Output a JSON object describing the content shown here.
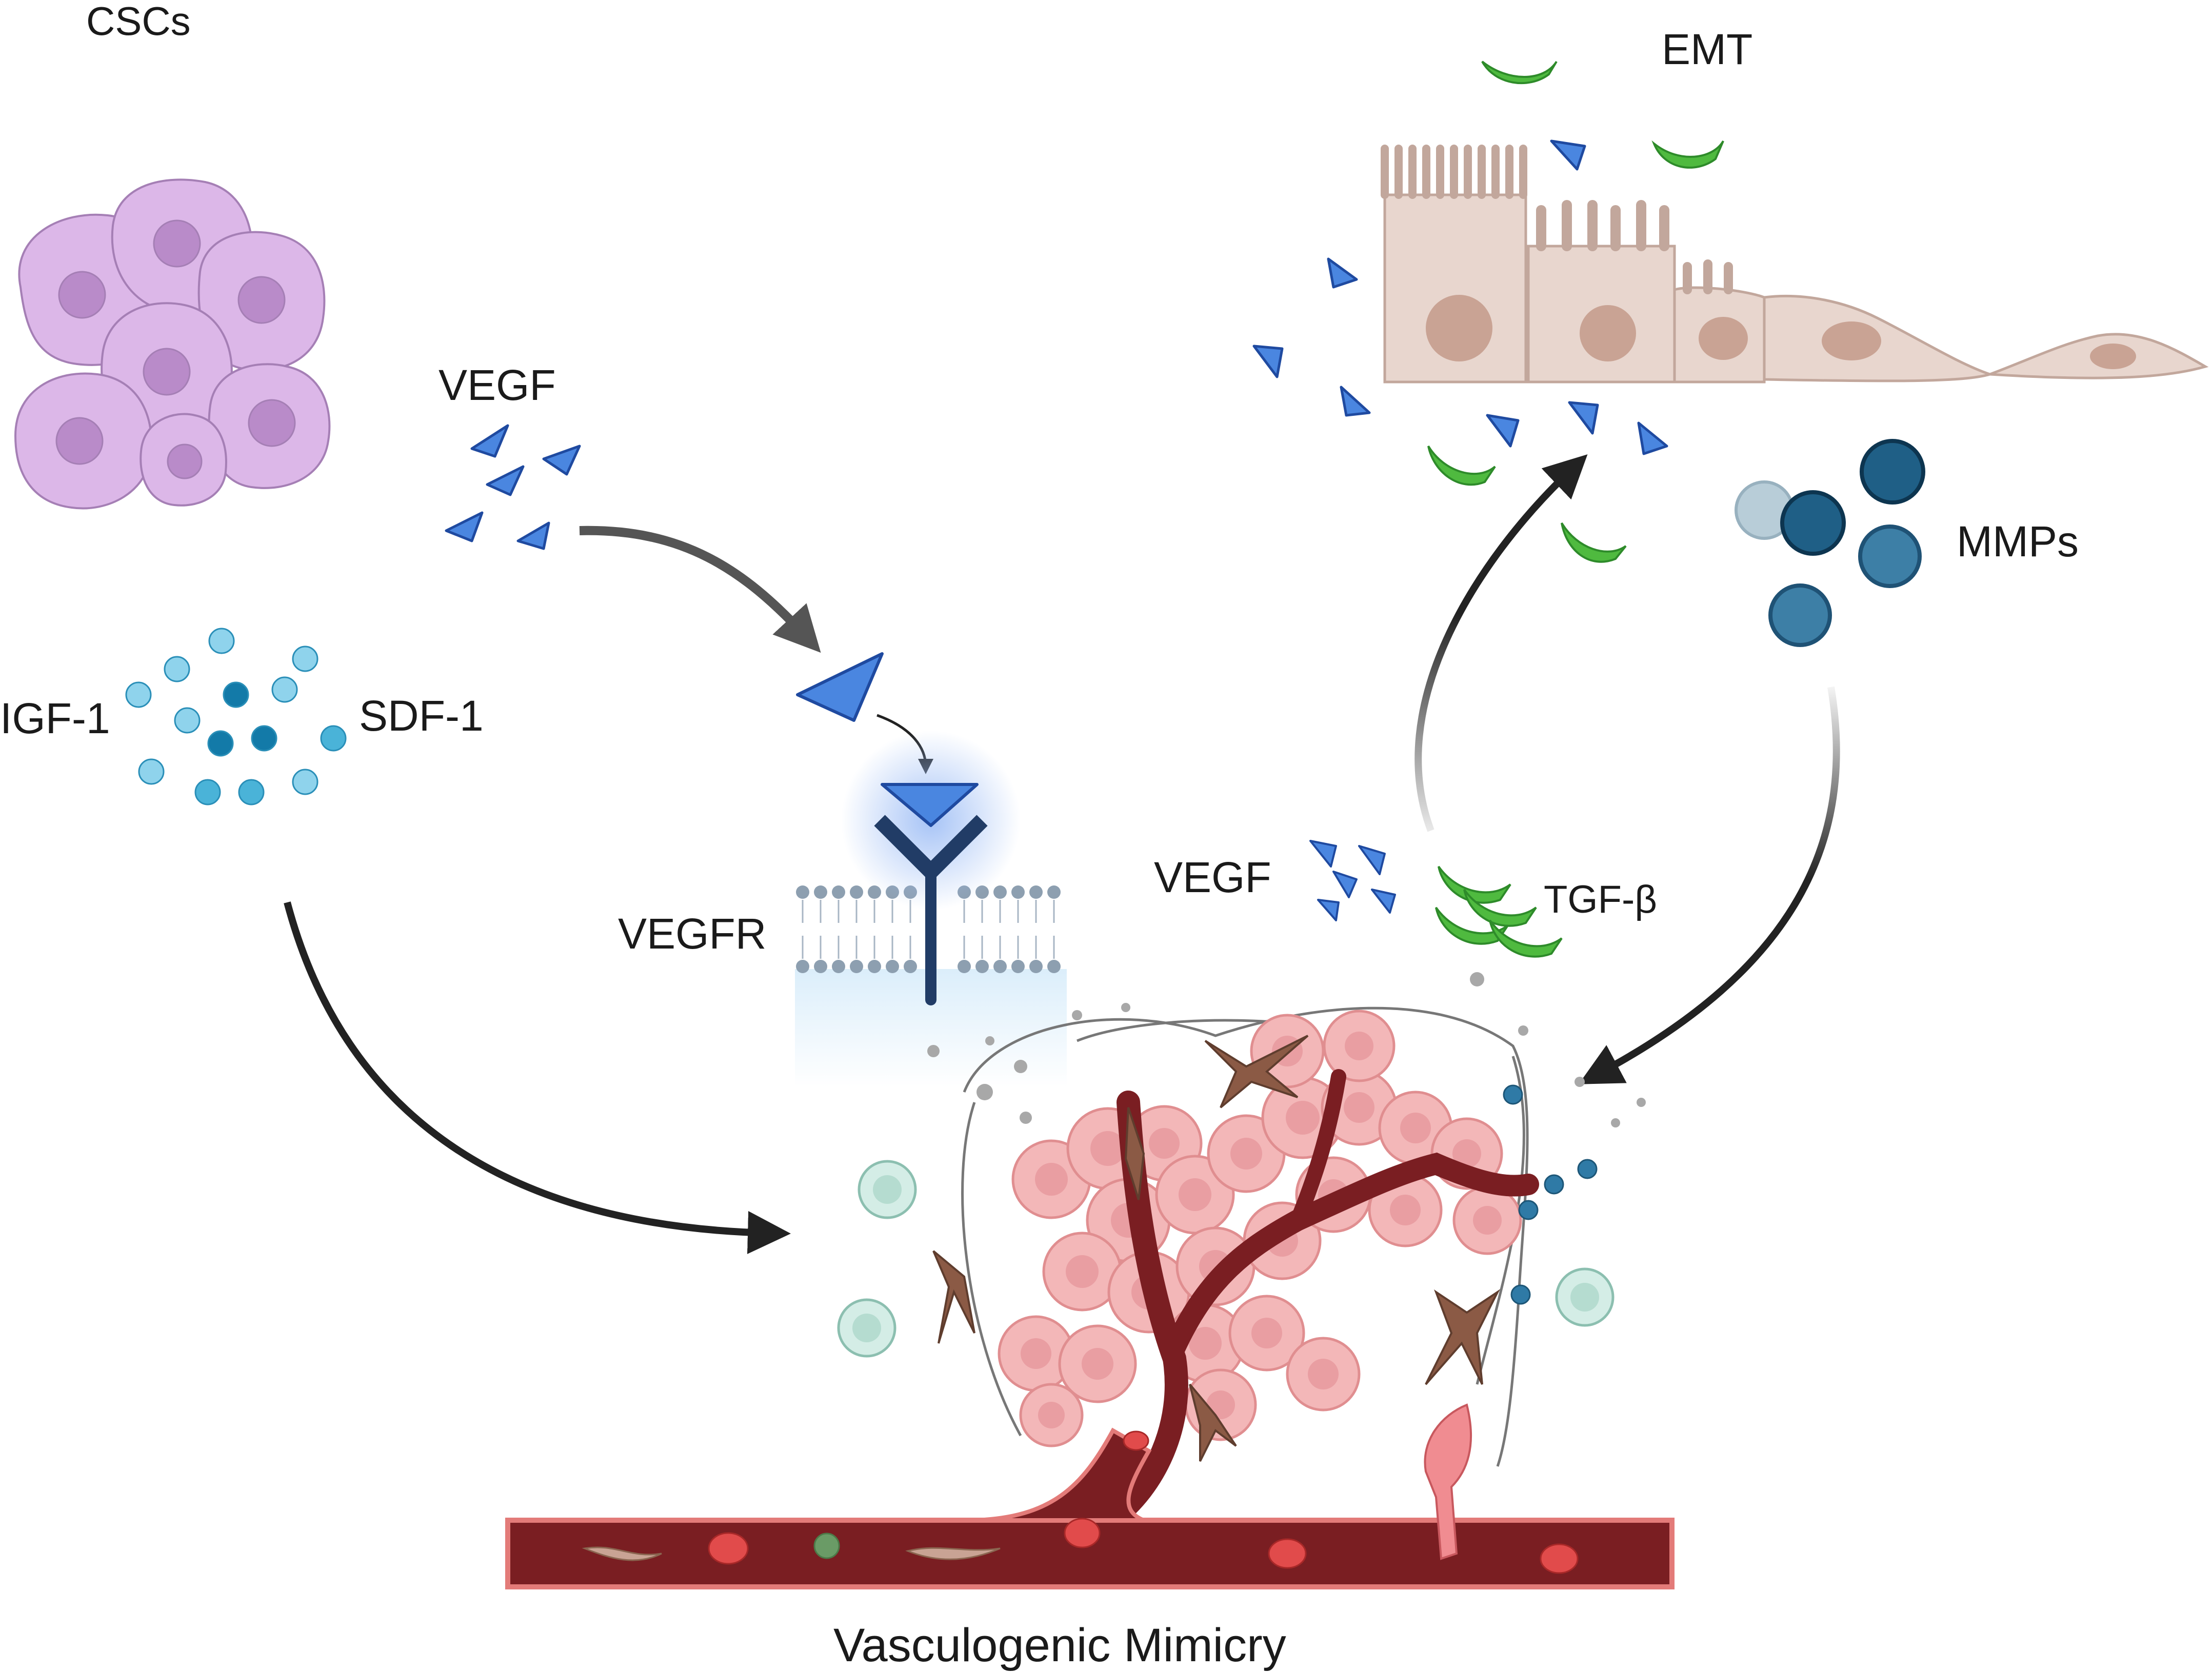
{
  "labels": {
    "cscs": "CSCs",
    "vegf_left": "VEGF",
    "igf1": "IGF-1",
    "sdf1": "SDF-1",
    "vegfr": "VEGFR",
    "emt": "EMT",
    "mmps": "MMPs",
    "vegf_right": "VEGF",
    "tgfb": "TGF-β",
    "caption": "Vasculogenic Mimicry"
  },
  "colors": {
    "csc_cell": "#d9b3e6",
    "csc_nucleus": "#b77fc9",
    "vegf": "#4a86e0",
    "vegfr": "#213c66",
    "growth_factor": "#48b5d9",
    "tgf_beta": "#4fba3f",
    "epithelial": "#e6d3cc",
    "mmp": "#1f5f86",
    "tumor_cell": "#f3b7b8",
    "vessel": "#7a1e22",
    "arrow": "#222222"
  },
  "icons": {
    "cscs": "stem-cell-cluster-icon",
    "vegf": "vegf-triangle-icon",
    "vegfr": "vegf-receptor-icon",
    "growth_factors": "growth-factor-dots-icon",
    "emt": "epithelial-mesenchymal-transition-icon",
    "mmps": "mmp-spheres-icon",
    "tgfb": "tgf-beta-crescent-icon",
    "tumor": "tumor-vessel-network-icon"
  }
}
